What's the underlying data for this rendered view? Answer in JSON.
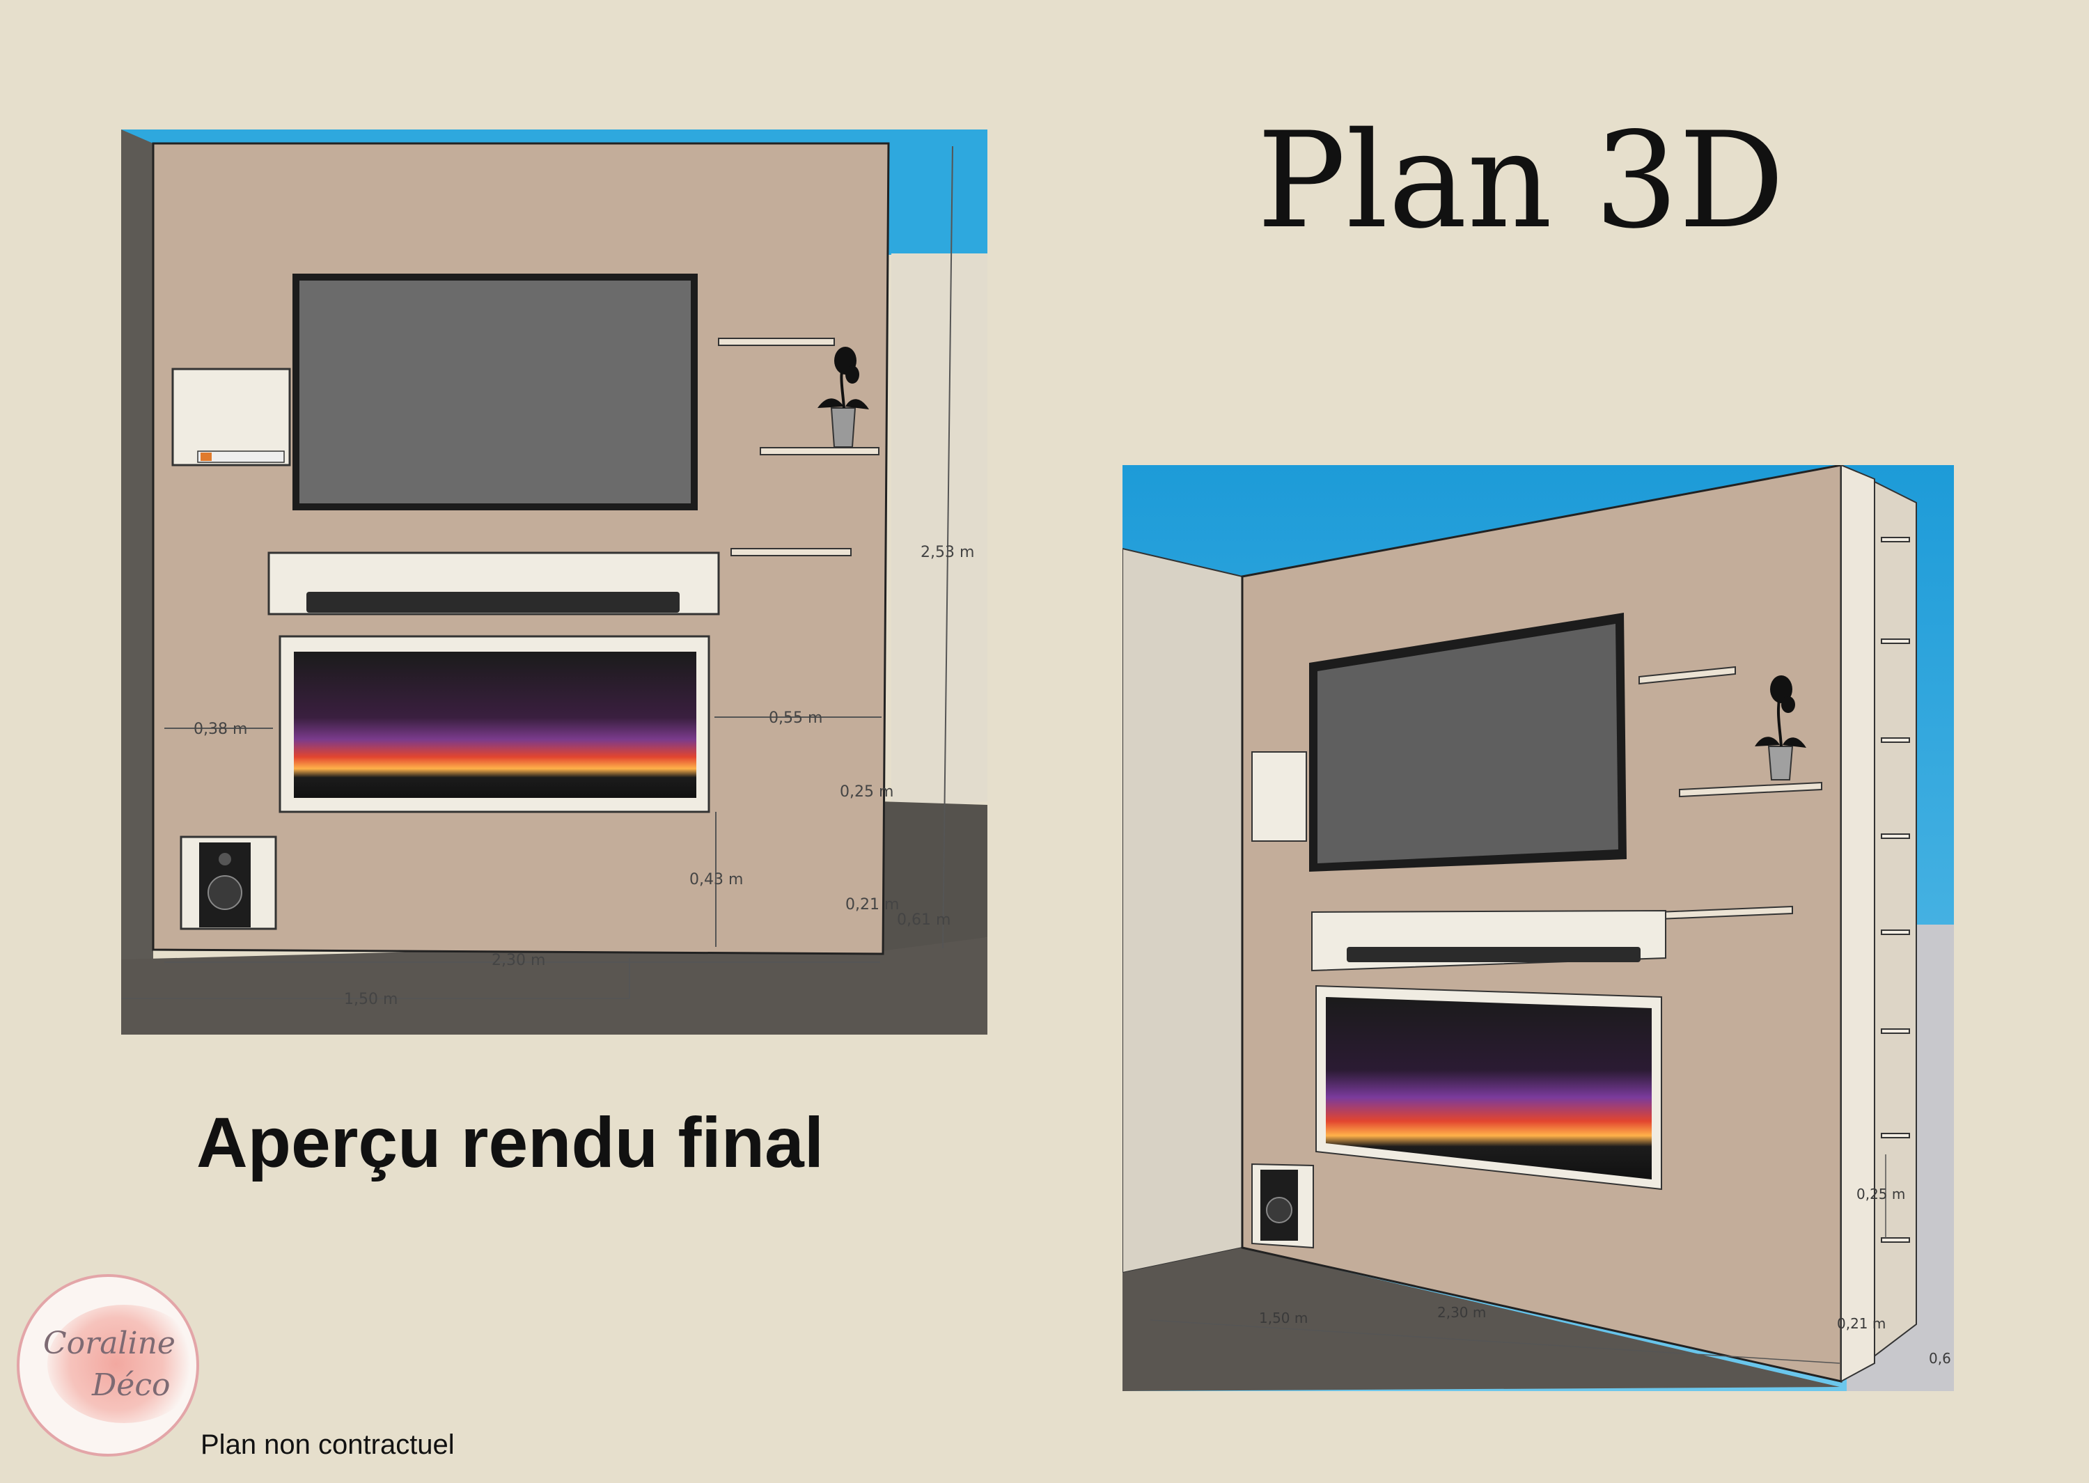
{
  "title": "Plan 3D",
  "caption": "Aperçu rendu final",
  "disclaimer": "Plan non contractuel",
  "logo": {
    "line1": "Coraline",
    "line2": "Déco"
  },
  "front_view": {
    "dimensions": {
      "height_total": "2,53 m",
      "left_margin": "0,38 m",
      "right_margin": "0,55 m",
      "shelf_gap": "0,25 m",
      "fireplace_floor": "0,43 m",
      "small": "0,21 m",
      "side": "0,61 m",
      "width_total": "2,30 m",
      "floor_width": "1,50 m"
    }
  },
  "perspective_view": {
    "dimensions": {
      "shelf_gap": "0,25 m",
      "floor_width": "1,50 m",
      "width_total": "2,30 m",
      "small": "0,21 m",
      "side": "0,6"
    }
  },
  "colors": {
    "background": "#e6dfcc",
    "wall": "#c3ad9a",
    "sky": "#2ea8de",
    "floor": "#5a5651",
    "tv_screen": "#6b6b6b",
    "niche": "#f0ece2",
    "logo_ring": "#e3a5a8"
  },
  "icons": [
    "plant-icon",
    "speaker-icon",
    "flame-icon"
  ]
}
